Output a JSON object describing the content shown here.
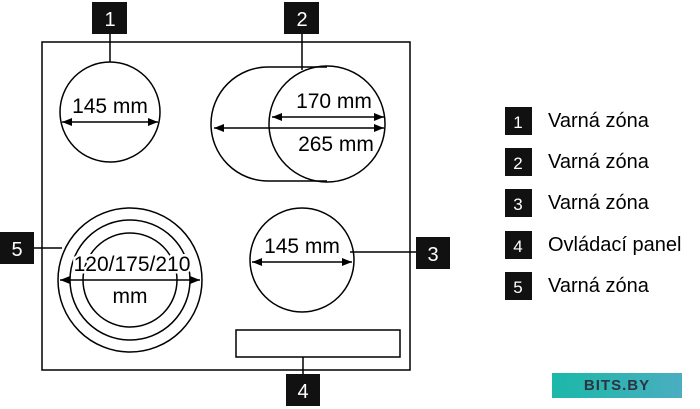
{
  "zones": {
    "z1": {
      "number": "1",
      "dimension": "145 mm"
    },
    "z2": {
      "number": "2",
      "dimension_inner": "170 mm",
      "dimension_outer": "265 mm"
    },
    "z3": {
      "number": "3",
      "dimension": "145 mm"
    },
    "z4": {
      "number": "4"
    },
    "z5": {
      "number": "5",
      "dimension_line1": "120/175/210",
      "dimension_line2": "mm"
    }
  },
  "legend": [
    {
      "number": "1",
      "label": "Varná zóna"
    },
    {
      "number": "2",
      "label": "Varná zóna"
    },
    {
      "number": "3",
      "label": "Varná zóna"
    },
    {
      "number": "4",
      "label": "Ovládací panel"
    },
    {
      "number": "5",
      "label": "Varná zóna"
    }
  ],
  "watermark": "BITS.BY",
  "colors": {
    "line": "#000000",
    "watermark_bg": "#1bb8a8"
  }
}
